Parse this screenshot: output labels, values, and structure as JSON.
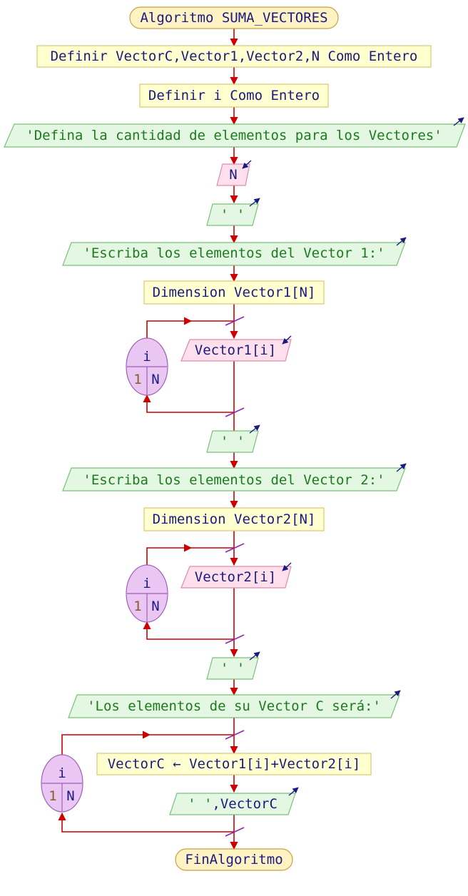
{
  "colors": {
    "edge": "#cc0000",
    "terminal_fill": "#fff3c4",
    "process_fill": "#ffffd0",
    "output_fill": "#e3f7e3",
    "input_fill": "#fde0ec",
    "loop_fill": "#eac6f2",
    "text_navy": "#1a1a80",
    "text_green": "#1d7a1d",
    "text_brown": "#8a5a2a"
  },
  "nodes": {
    "start": "Algoritmo SUMA_VECTORES",
    "def1": "Definir VectorC,Vector1,Vector2,N Como Entero",
    "def2": "Definir i Como Entero",
    "out1": "'Defina la cantidad de elementos para los Vectores'",
    "in_n": "N",
    "out_blank1": "' '",
    "out2": "'Escriba los elementos del Vector 1:'",
    "dim1": "Dimension Vector1[N]",
    "loop1_in": "Vector1[i]",
    "out_blank2": "' '",
    "out3": "'Escriba los elementos del Vector 2:'",
    "dim2": "Dimension Vector2[N]",
    "loop2_in": "Vector2[i]",
    "out_blank3": "' '",
    "out4": "'Los elementos de su Vector C será:'",
    "assign": "VectorC ← Vector1[i]+Vector2[i]",
    "out5": "'   ',VectorC",
    "end": "FinAlgoritmo"
  },
  "loops": [
    {
      "var": "i",
      "from": "1",
      "to": "N"
    },
    {
      "var": "i",
      "from": "1",
      "to": "N"
    },
    {
      "var": "i",
      "from": "1",
      "to": "N"
    }
  ]
}
